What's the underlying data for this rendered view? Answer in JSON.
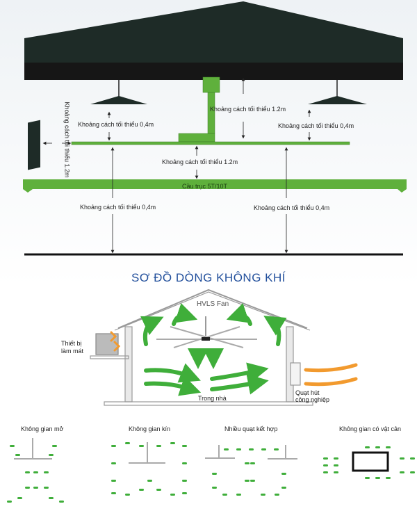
{
  "clearances": {
    "lamp_left": "Khoảng cách tối thiểu 0,4m",
    "ceiling": "Khoảng cách tối thiểu 1.2m",
    "lamp_right": "Khoảng cách tối thiểu 0,4m",
    "wall": "Khoảng cách tối thiểu 1.2m",
    "crane_gap": "Khoảng cách tối thiểu 1.2m",
    "crane_label": "Cầu trục 5T/10T",
    "floor_left": "Khoảng cách tối thiểu 0,4m",
    "floor_right": "Khoảng cách tối thiểu 0,4m"
  },
  "airflow": {
    "title": "SƠ ĐỒ DÒNG KHÔNG KHÍ",
    "fan_label": "HVLS Fan",
    "cooler_label_1": "Thiết bị",
    "cooler_label_2": "làm mát",
    "inside_label": "Trong nhà",
    "exhaust_label_1": "Quạt hút",
    "exhaust_label_2": "công nghiệp"
  },
  "scenarios": [
    {
      "label": "Không gian mở"
    },
    {
      "label": "Không gian kín"
    },
    {
      "label": "Nhiều quạt kết hợp"
    },
    {
      "label": "Không gian có vật cản"
    }
  ],
  "colors": {
    "roof": "#1e2b27",
    "green": "#5fb03c",
    "title": "#23509c",
    "orange": "#f29a2e"
  }
}
